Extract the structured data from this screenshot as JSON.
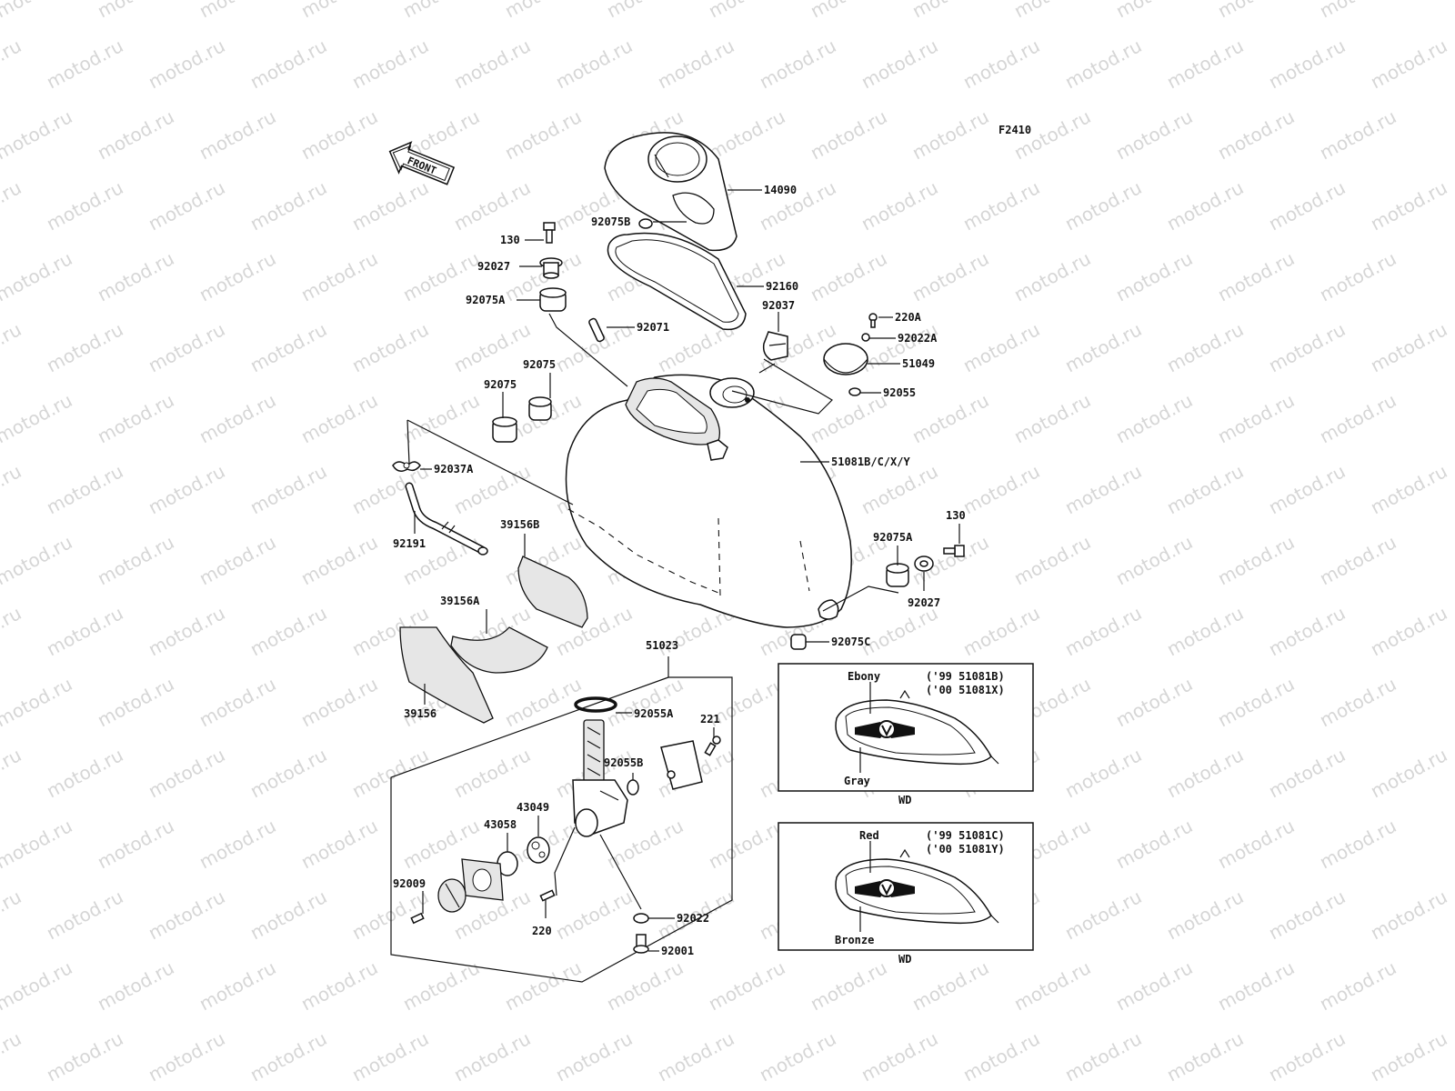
{
  "watermark": "motod.ru",
  "figure_code": "F2410",
  "front_label": "FRONT",
  "labels": {
    "p14090": "14090",
    "p92075B": "92075B",
    "p130a": "130",
    "p92027a": "92027",
    "p92160": "92160",
    "p92075A_a": "92075A",
    "p92037": "92037",
    "p220A": "220A",
    "p92071": "92071",
    "p92022A": "92022A",
    "p51049": "51049",
    "p92075_1": "92075",
    "p92075_2": "92075",
    "p92055": "92055",
    "p51081": "51081B/C/X/Y",
    "p92037A": "92037A",
    "p130b": "130",
    "p39156B": "39156B",
    "p92075A_b": "92075A",
    "p92191": "92191",
    "p92027b": "92027",
    "p39156A": "39156A",
    "p92075C": "92075C",
    "p51023": "51023",
    "p92055A": "92055A",
    "p221": "221",
    "p39156": "39156",
    "p92055B": "92055B",
    "p43049": "43049",
    "p43058": "43058",
    "p92009": "92009",
    "p220": "220",
    "p92022": "92022",
    "p92001": "92001"
  },
  "variants": [
    {
      "top_color": "Ebony",
      "bottom_color": "Gray",
      "line1": "('99  51081B)",
      "line2": "('00  51081X)",
      "code": "WD"
    },
    {
      "top_color": "Red",
      "bottom_color": "Bronze",
      "line1": "('99  51081C)",
      "line2": "('00  51081Y)",
      "code": "WD"
    }
  ]
}
